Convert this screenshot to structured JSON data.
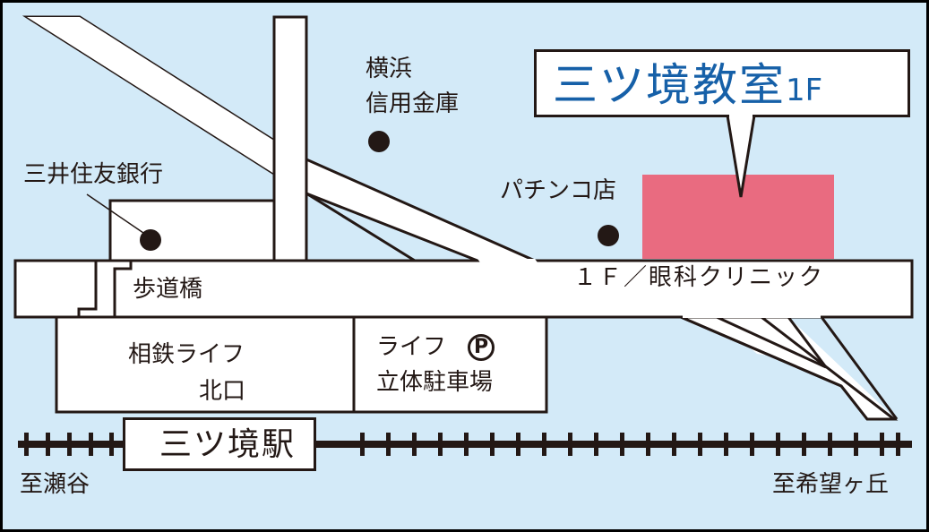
{
  "map": {
    "title": "三ツ境教室",
    "title_suffix": "1F",
    "colors": {
      "background": "#d3eaf8",
      "road": "#ffffff",
      "outline": "#231815",
      "highlight_building": "#e96b80",
      "title_text": "#1660a8",
      "frame": "#000000"
    },
    "landmarks": {
      "yokohama_shinkin_line1": "横浜",
      "yokohama_shinkin_line2": "信用金庫",
      "smbc": "三井住友銀行",
      "pachinko": "パチンコ店",
      "footbridge": "歩道橋",
      "clinic": "１Ｆ／眼科クリニック",
      "sotetsu_life_line1": "相鉄ライフ",
      "sotetsu_life_line2": "北口",
      "life_parking_line1": "ライフ",
      "life_parking_line2": "立体駐車場",
      "parking_icon": "P"
    },
    "station": {
      "name": "三ツ境駅"
    },
    "directions": {
      "west": "至瀬谷",
      "east": "至希望ヶ丘"
    }
  }
}
